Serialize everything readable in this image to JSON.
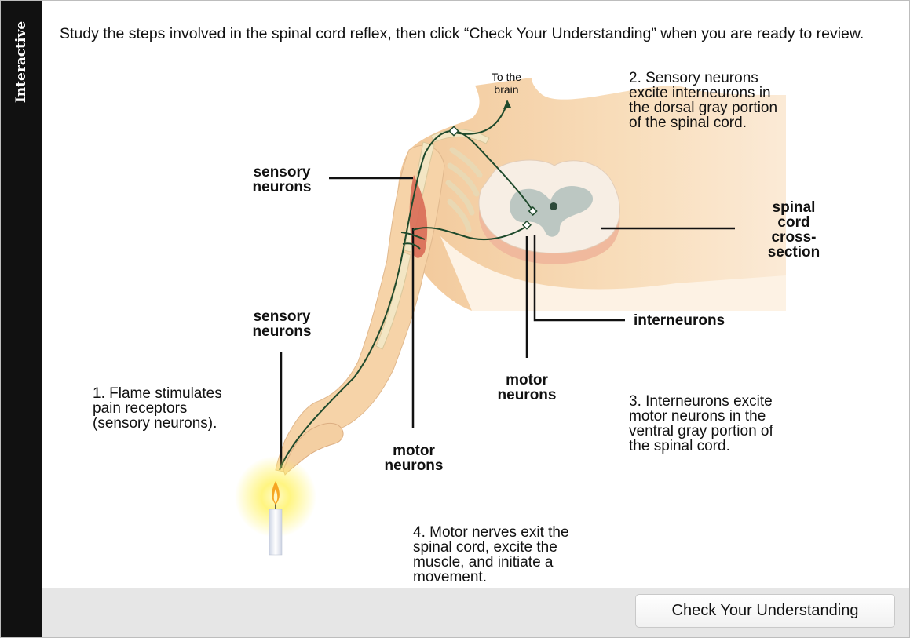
{
  "sidebar": {
    "label": "Interactive"
  },
  "instruction": "Study the steps involved in the spinal cord reflex, then click “Check Your Understanding” when you are ready to review.",
  "diagram": {
    "to_brain": "To the\nbrain",
    "labels": {
      "sensory_upper": "sensory\nneurons",
      "sensory_lower": "sensory\nneurons",
      "motor_lower": "motor\nneurons",
      "motor_center": "motor\nneurons",
      "interneurons": "interneurons",
      "spinal_cord": "spinal\ncord\ncross-\nsection"
    },
    "steps": {
      "step1": "1. Flame stimulates\npain receptors\n(sensory neurons).",
      "step2": "2. Sensory neurons\nexcite interneurons in\nthe dorsal gray portion\nof the spinal cord.",
      "step3": "3. Interneurons excite\nmotor neurons in the\nventral gray portion of\nthe spinal cord.",
      "step4": "4. Motor nerves exit the\nspinal cord, excite the\nmuscle, and initiate a\nmovement."
    },
    "colors": {
      "nerve_path": "#1f4a2c",
      "skin": "#f6d3a8",
      "bone": "#f3e6c4",
      "muscle": "#d96a55",
      "gray_matter": "#bcc7c2",
      "flame_glow": "#fff36b"
    }
  },
  "footer": {
    "button_label": "Check Your Understanding"
  }
}
